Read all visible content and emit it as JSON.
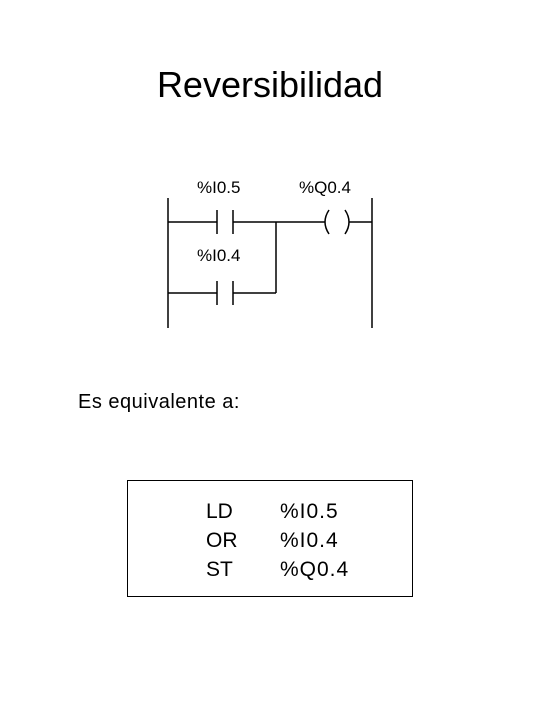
{
  "title": "Reversibilidad",
  "ladder": {
    "contact_1": "%I0.5",
    "contact_2": "%I0.4",
    "coil": "%Q0.4"
  },
  "equivalent_text": "Es equivalente a:",
  "instruction_list": [
    {
      "op": "LD",
      "operand": "%I0.5"
    },
    {
      "op": "OR",
      "operand": "%I0.4"
    },
    {
      "op": "ST",
      "operand": "%Q0.4"
    }
  ]
}
